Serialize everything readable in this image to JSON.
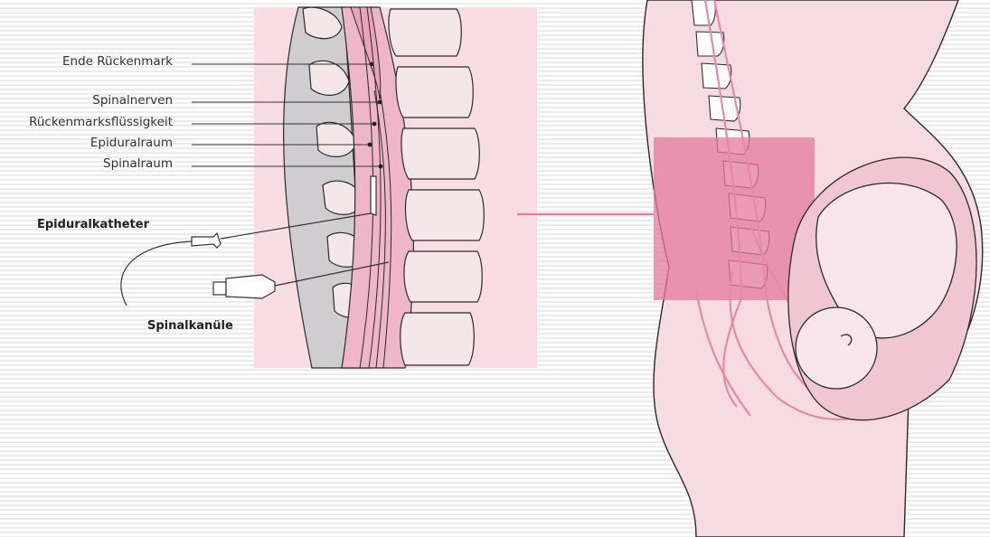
{
  "labels": {
    "ende_rueckenmark": "Ende Rückenmark",
    "spinalnerven": "Spinalnerven",
    "rueckenmarksfluessigkeit": "Rückenmarksflüssigkeit",
    "epiduralraum": "Epiduralraum",
    "spinalraum": "Spinalraum",
    "epiduralkatheter": "Epiduralkatheter",
    "spinalkanuele": "Spinalkanüle"
  },
  "colors": {
    "panel": "#f8dde5",
    "highlight": "#e98fae",
    "pink_line": "#e47a9e",
    "nerve": "#e48aa8",
    "body": "#f7dbe3",
    "outline": "#2b2b2b",
    "vertebra_fill": "#f4e7ea",
    "cord": "#e9a3bb"
  }
}
